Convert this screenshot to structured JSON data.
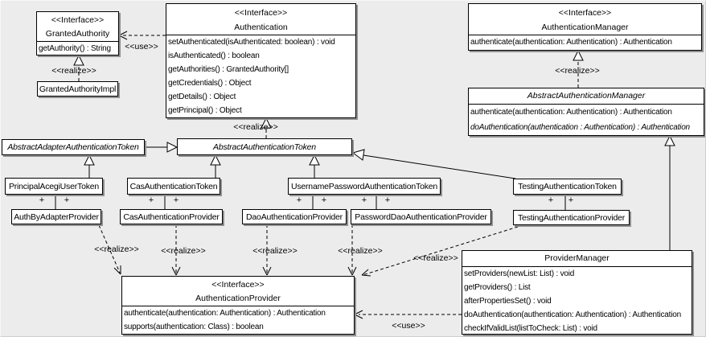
{
  "diagram": {
    "kind": "UML class diagram",
    "topic": "Acegi / Spring Security authentication classes"
  },
  "colors": {
    "background": "#ececec",
    "box_fill": "#ffffff",
    "line": "#000000",
    "shadow": "#8f8f8f"
  },
  "labels": {
    "use": "<<use>>",
    "realize": "<<realize>>",
    "plus": "+"
  },
  "classes": {
    "granted_authority": {
      "stereotype": "<<Interface>>",
      "name": "GrantedAuthority",
      "methods": [
        "getAuthority() : String"
      ]
    },
    "granted_authority_impl": {
      "name": "GrantedAuthorityImpl"
    },
    "authentication": {
      "stereotype": "<<Interface>>",
      "name": "Authentication",
      "methods": [
        "setAuthenticated(isAuthenticated: boolean) : void",
        "isAuthenticated() : boolean",
        "getAuthorities() : GrantedAuthority[]",
        "getCredentials() : Object",
        "getDetails() : Object",
        "getPrincipal() : Object"
      ]
    },
    "authentication_manager": {
      "stereotype": "<<Interface>>",
      "name": "AuthenticationManager",
      "methods": [
        "authenticate(authentication: Authentication) : Authentication"
      ]
    },
    "abstract_authentication_manager": {
      "name": "AbstractAuthenticationManager",
      "methods": [
        "authenticate(authentication: Authentication) : Authentication",
        "doAuthentication(authentication : Authentication) : Authentication"
      ]
    },
    "abstract_adapter_authentication_token": {
      "name": "AbstractAdapterAuthenticationToken"
    },
    "abstract_authentication_token": {
      "name": "AbstractAuthenticationToken"
    },
    "principal_acegi_user_token": {
      "name": "PrincipalAcegiUserToken"
    },
    "cas_authentication_token": {
      "name": "CasAuthenticationToken"
    },
    "username_password_authentication_token": {
      "name": "UsernamePasswordAuthenticationToken"
    },
    "testing_authentication_token": {
      "name": "TestingAuthenticationToken"
    },
    "auth_by_adapter_provider": {
      "name": "AuthByAdapterProvider"
    },
    "cas_authentication_provider": {
      "name": "CasAuthenticationProvider"
    },
    "dao_authentication_provider": {
      "name": "DaoAuthenticationProvider"
    },
    "password_dao_authentication_provider": {
      "name": "PasswordDaoAuthenticationProvider"
    },
    "testing_authentication_provider": {
      "name": "TestingAuthenticationProvider"
    },
    "provider_manager": {
      "name": "ProviderManager",
      "methods": [
        "setProviders(newList: List) : void",
        "getProviders() : List",
        "afterPropertiesSet() : void",
        "doAuthentication(authentication: Authentication) : Authentication",
        "checkIfValidList(listToCheck: List) : void"
      ]
    },
    "authentication_provider": {
      "stereotype": "<<Interface>>",
      "name": "AuthenticationProvider",
      "methods": [
        "authenticate(authentication: Authentication) : Authentication",
        "supports(authentication: Class) : boolean"
      ]
    }
  }
}
